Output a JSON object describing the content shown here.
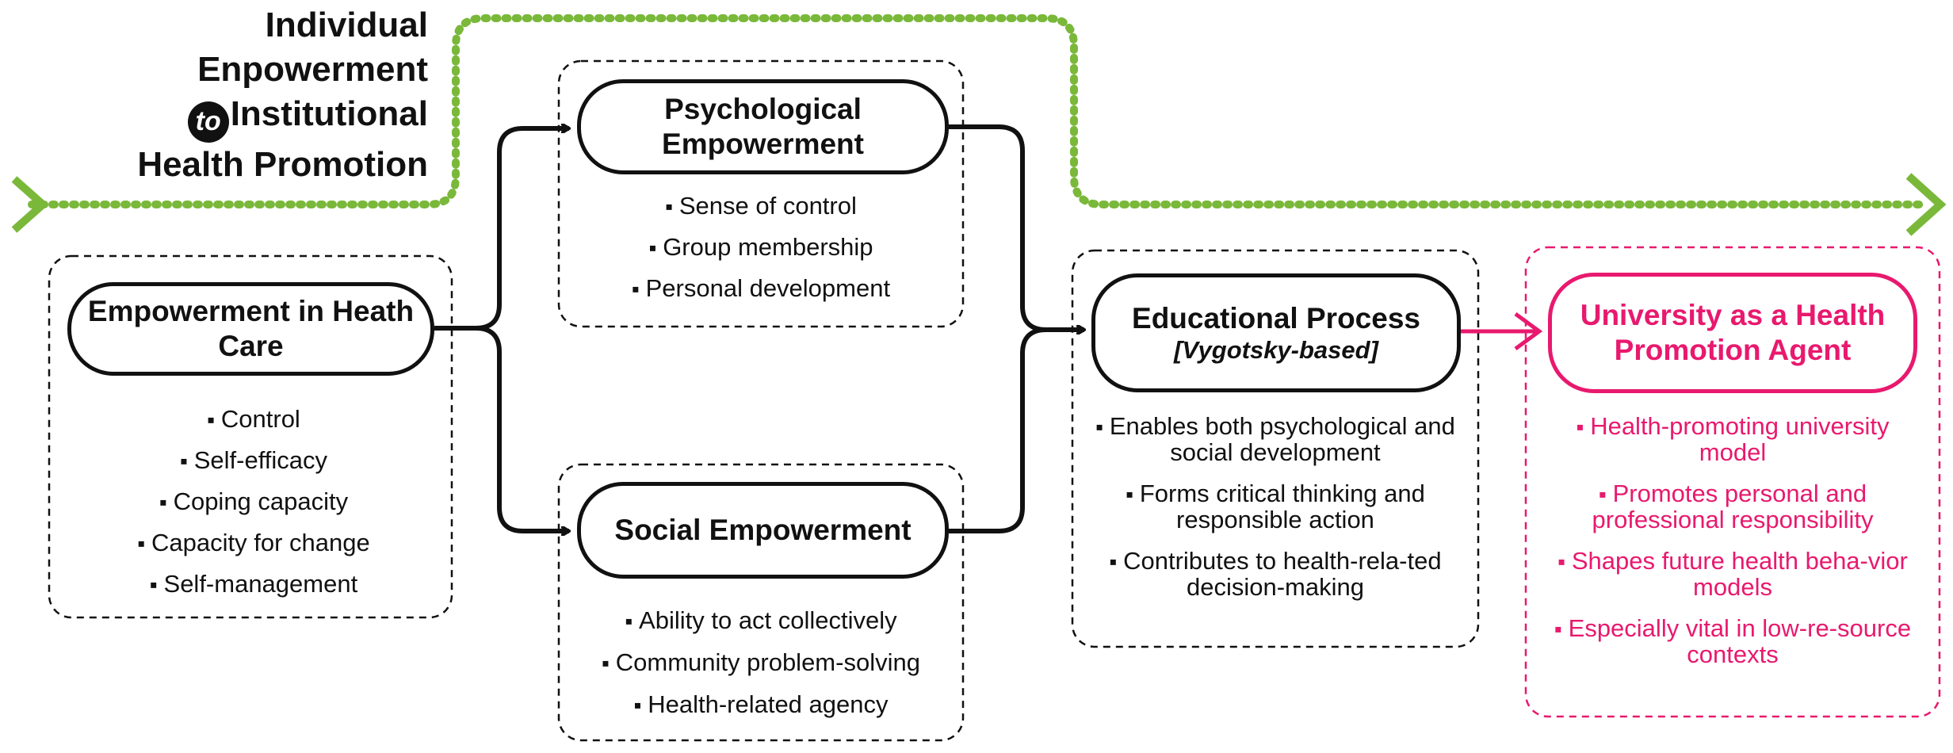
{
  "title": {
    "line1": "Individual",
    "line2": "Enpowerment",
    "to_word": "to",
    "line3": "Institutional",
    "line4": "Health Promotion"
  },
  "nodes": {
    "health_care": {
      "title": "Empowerment in Heath Care",
      "items": [
        "Control",
        "Self-efficacy",
        "Coping capacity",
        "Capacity for change",
        "Self-management"
      ]
    },
    "psychological": {
      "title": "Psychological Empowerment",
      "items": [
        "Sense of control",
        "Group membership",
        "Personal development"
      ]
    },
    "social": {
      "title": "Social Empowerment",
      "items": [
        "Ability to act collectively",
        "Community problem-solving",
        "Health-related agency"
      ]
    },
    "educational": {
      "title": "Educational Process",
      "subtitle": "[Vygotsky-based]",
      "items": [
        "Enables both psychological and social development",
        "Forms critical thinking and responsible action",
        "Contributes to health-rela-ted decision-making"
      ]
    },
    "university": {
      "title": "University as a Health Promotion Agent",
      "items": [
        "Health-promoting university model",
        "Promotes personal and professional responsibility",
        "Shapes future health beha-vior models",
        "Especially vital in low-re-source contexts"
      ]
    }
  },
  "colors": {
    "ink": "#111111",
    "accent_green": "#7ab83a",
    "accent_pink": "#e8196e"
  }
}
